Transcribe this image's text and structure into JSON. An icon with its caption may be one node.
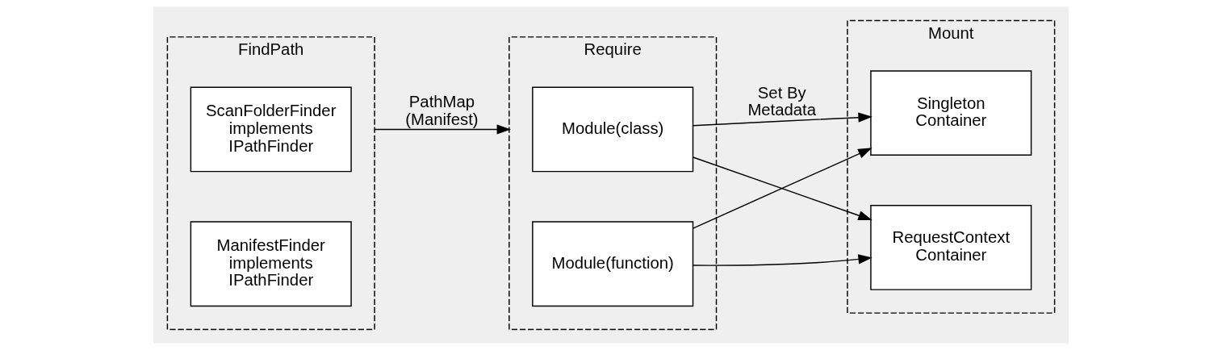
{
  "diagram": {
    "nodes": [
      {
        "text": [
          "FindPath"
        ]
      },
      {
        "text": [
          "ScanFolderFinder implements IPathFinder"
        ],
        "in": 0
      },
      {
        "text": [
          "ManifestFinder implements IPathFinder"
        ],
        "in": 0
      },
      {
        "text": [
          "Require"
        ]
      },
      {
        "text": [
          "Module(class)"
        ],
        "in": 3
      },
      {
        "text": [
          "Module(function)"
        ],
        "in": 3
      },
      {
        "text": [
          "Mount"
        ]
      },
      {
        "text": [
          "Singleton Container"
        ],
        "in": 6
      },
      {
        "text": [
          "RequestContext Container"
        ],
        "in": 6
      }
    ],
    "edges": [
      {
        "from": 0,
        "to": 3,
        "arrow": "to",
        "label": "PathMap (Manifest)"
      },
      {
        "from": 4,
        "to": 7,
        "arrow": "to",
        "label": "Set By Metadata"
      },
      {
        "from": 4,
        "to": 8,
        "arrow": "to"
      },
      {
        "from": 5,
        "to": 7,
        "arrow": "to"
      },
      {
        "from": 5,
        "to": 8,
        "arrow": "to"
      }
    ]
  }
}
